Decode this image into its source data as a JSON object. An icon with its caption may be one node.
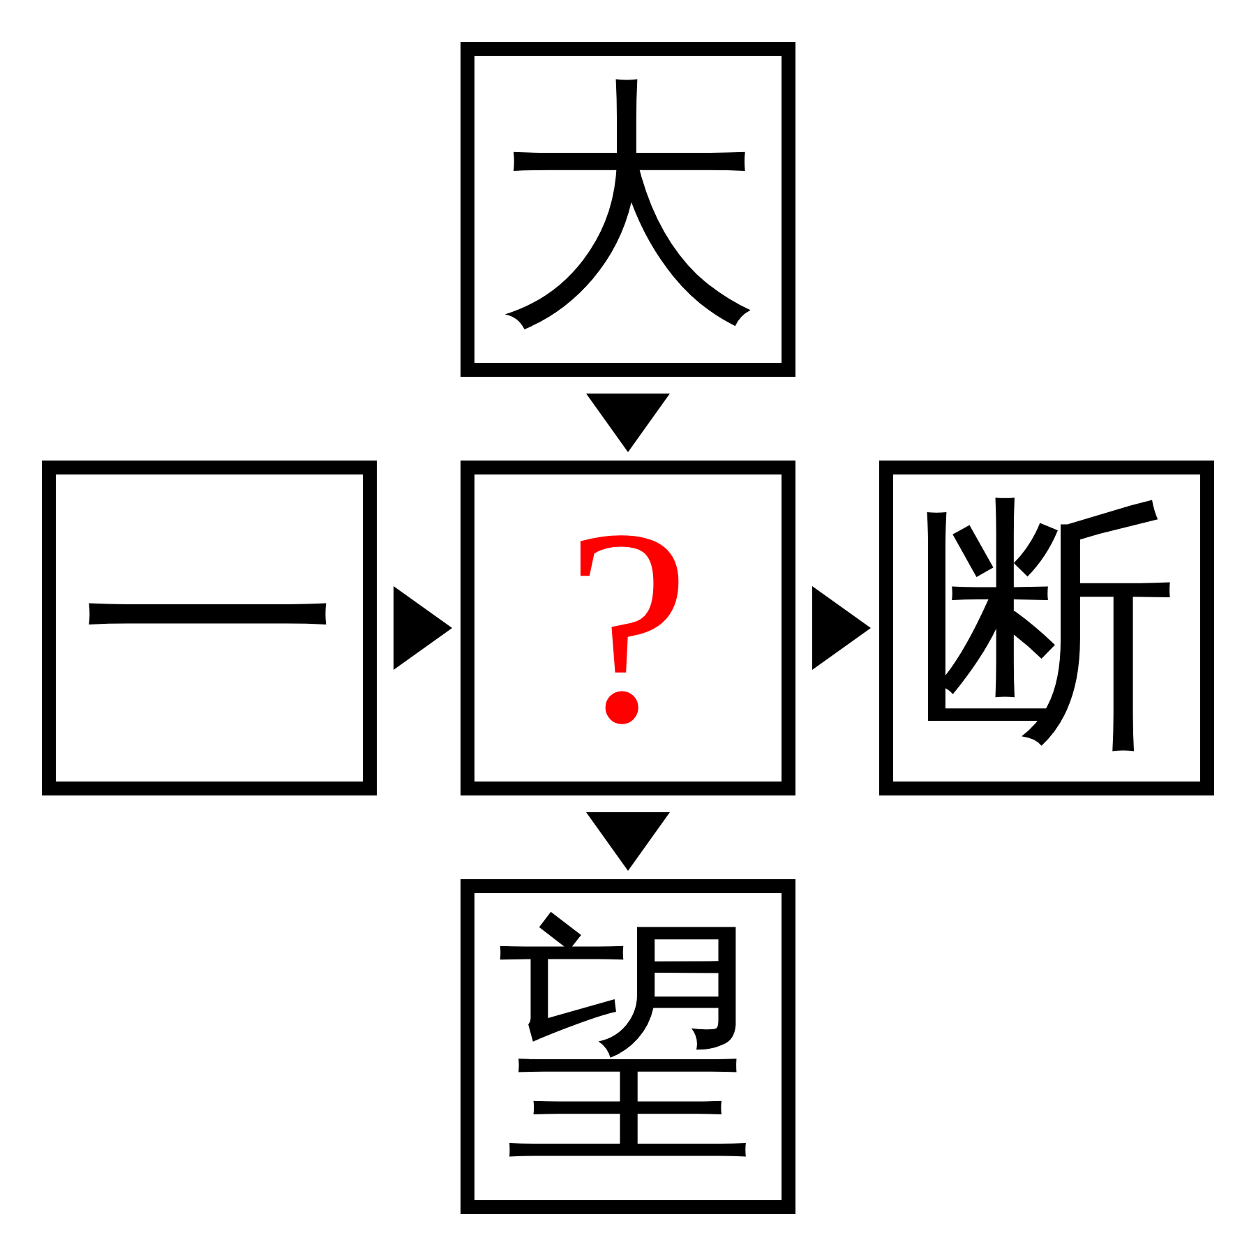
{
  "diagram": {
    "nodes": [
      {
        "text": [
          "大"
        ]
      },
      {
        "text": [
          "一"
        ]
      },
      {
        "text": [
          "?"
        ]
      },
      {
        "text": [
          "断"
        ]
      },
      {
        "text": [
          "望"
        ]
      }
    ],
    "edges": [
      {
        "from": 0,
        "to": 2,
        "arrow": "to"
      },
      {
        "from": 1,
        "to": 2,
        "arrow": "to"
      },
      {
        "from": 2,
        "to": 3,
        "arrow": "to"
      },
      {
        "from": 2,
        "to": 4,
        "arrow": "to"
      }
    ]
  }
}
